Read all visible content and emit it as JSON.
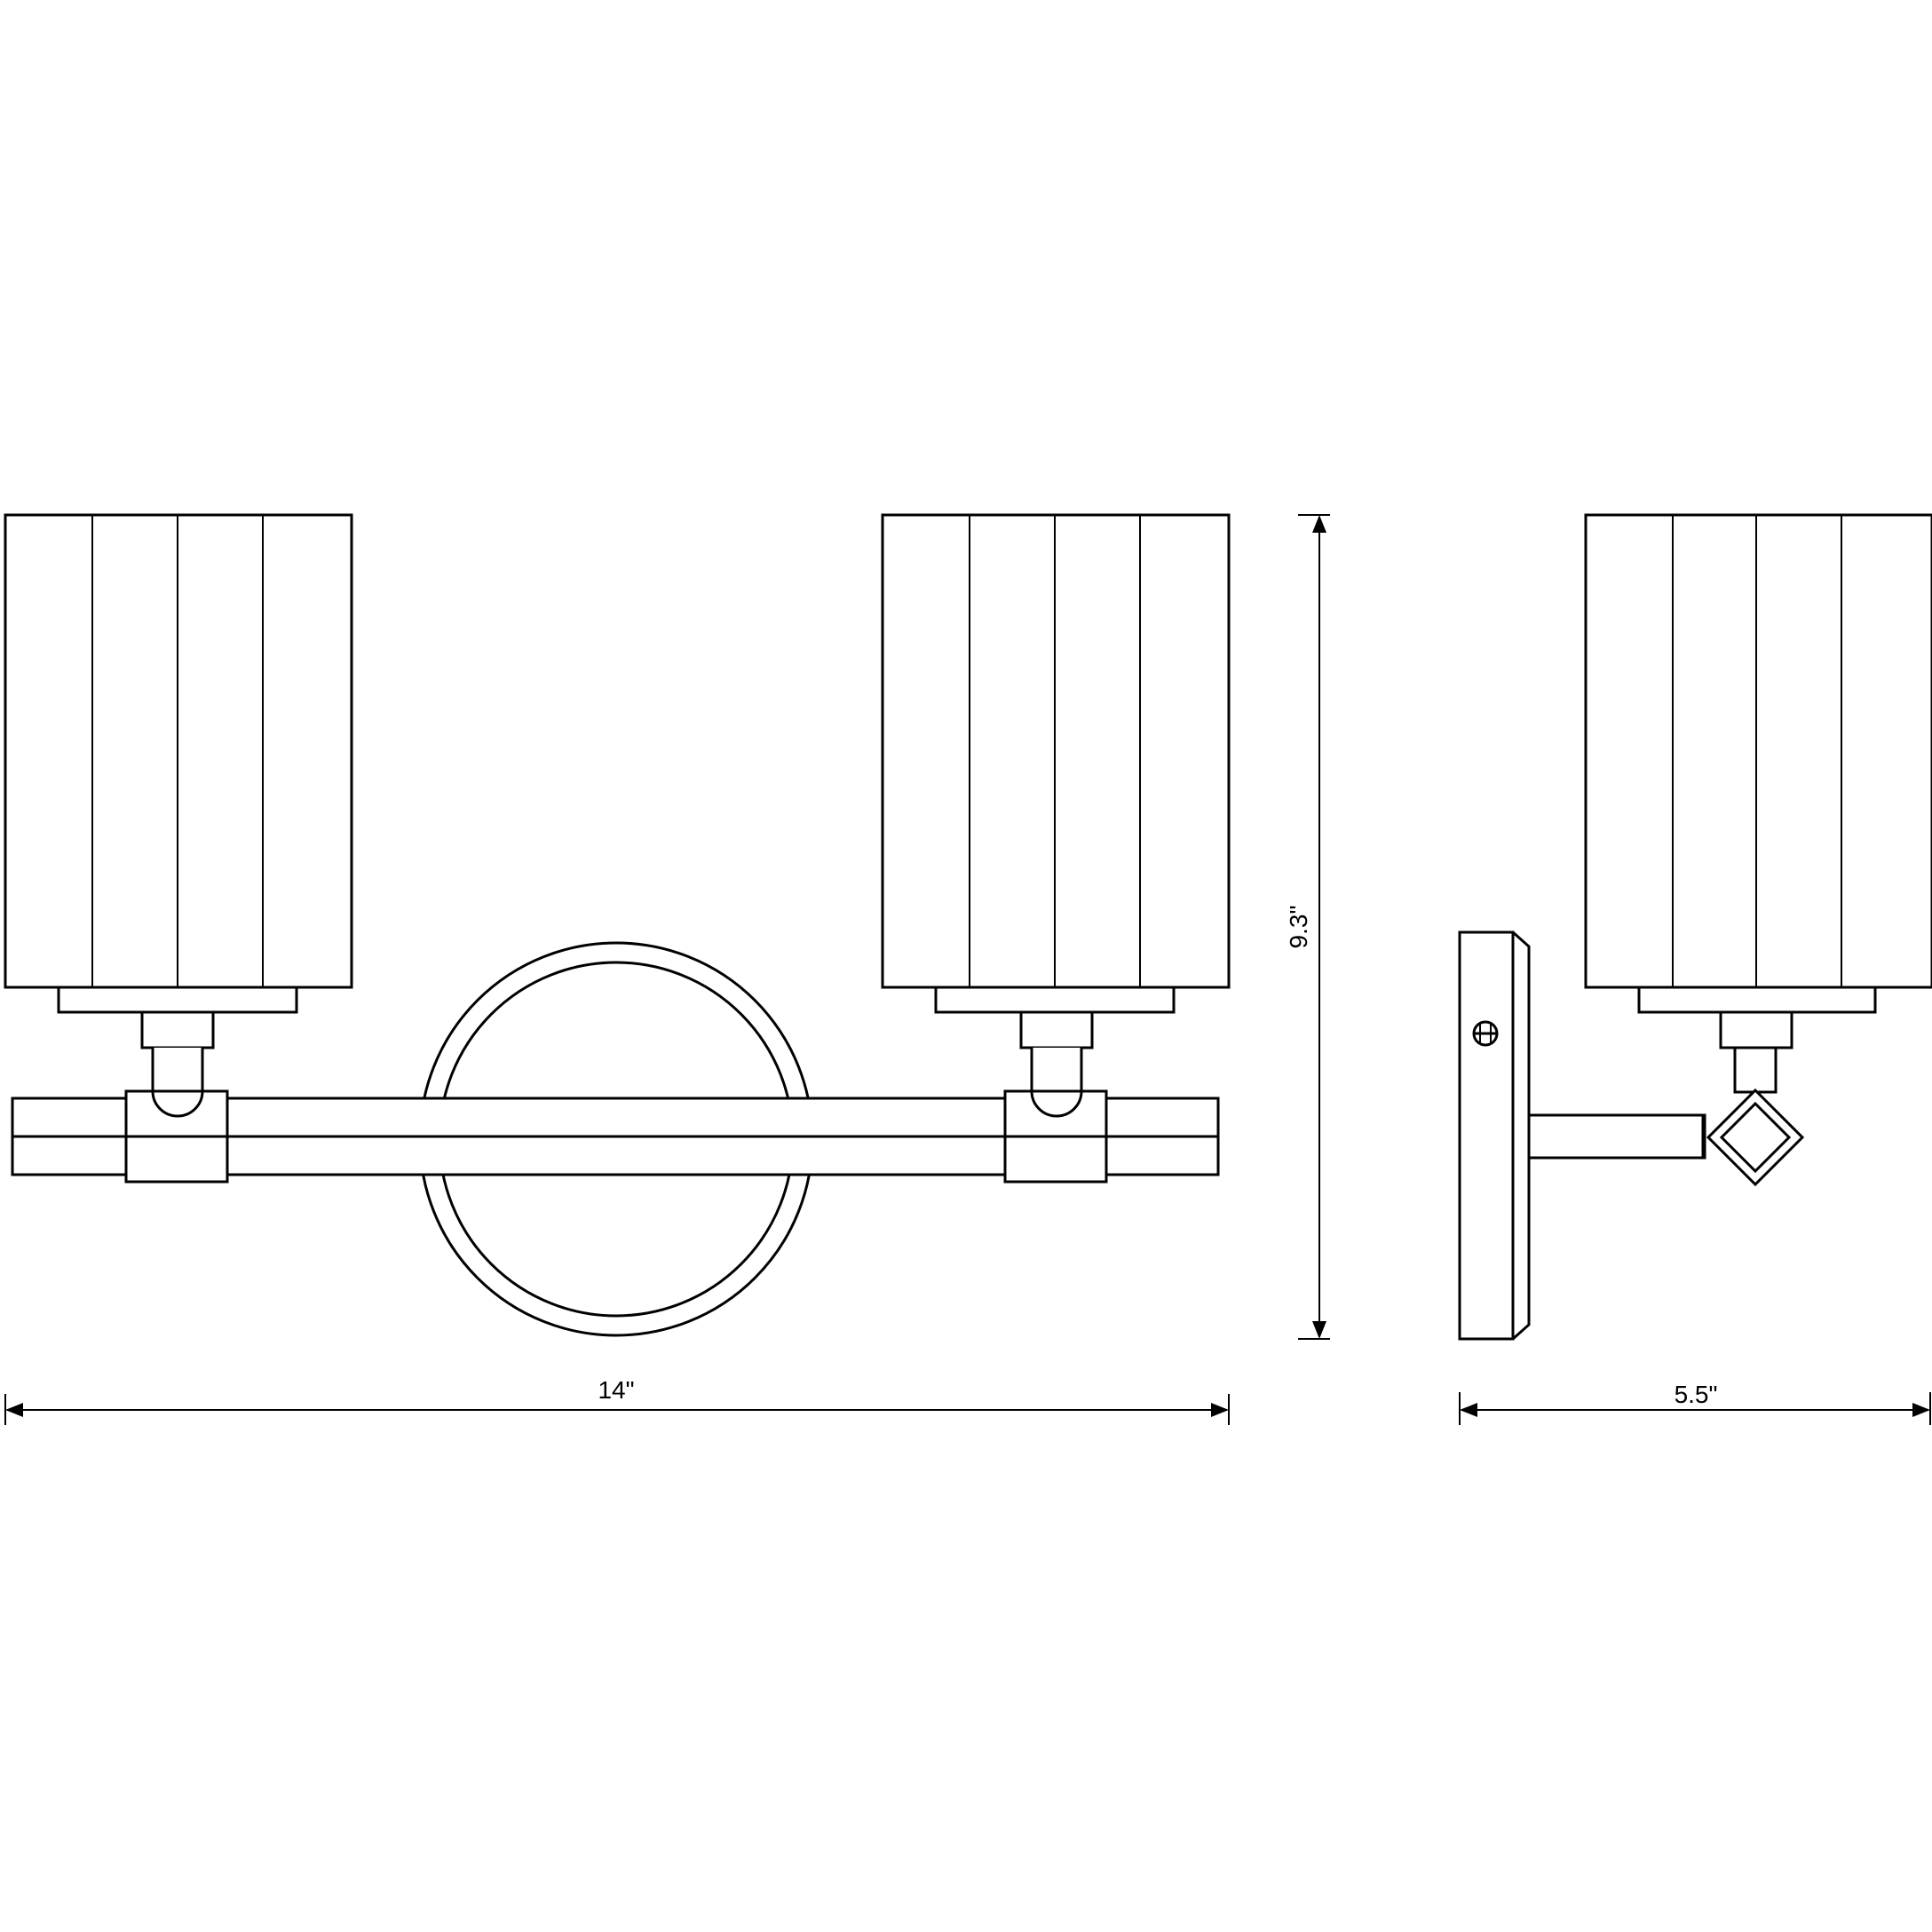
{
  "dimensions": {
    "width_label": "14\"",
    "height_label": "9.3\"",
    "depth_label": "5.5\""
  },
  "colors": {
    "line": "#000000",
    "background": "#ffffff"
  },
  "icons": [
    "herringbone-shade-pattern",
    "screw-head-icon",
    "arrow-head-icon"
  ]
}
